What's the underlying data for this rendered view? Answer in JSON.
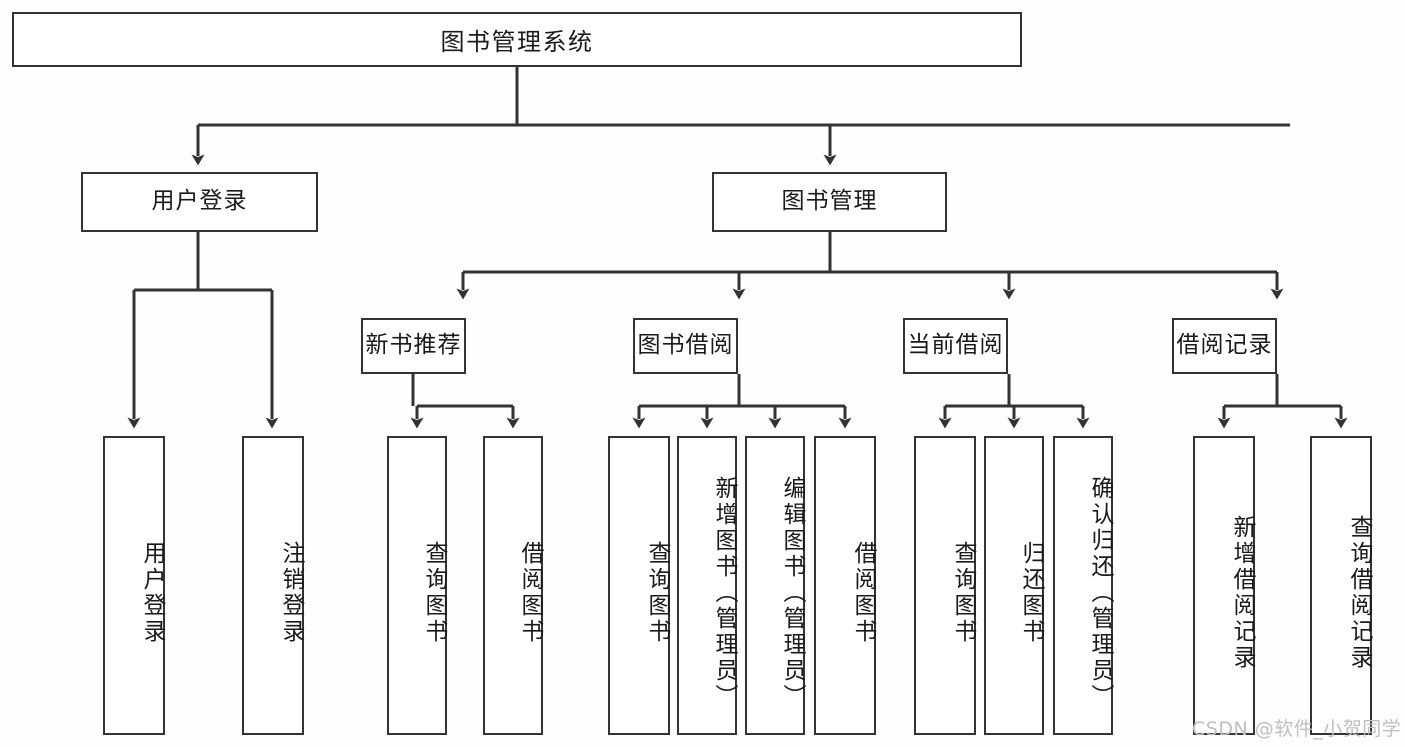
{
  "diagram": {
    "title": "图书管理系统",
    "root": {
      "label": "图书管理系统"
    },
    "level2": [
      {
        "label": "用户登录"
      },
      {
        "label": "图书管理"
      }
    ],
    "level3": [
      {
        "label": "新书推荐"
      },
      {
        "label": "图书借阅"
      },
      {
        "label": "当前借阅"
      },
      {
        "label": "借阅记录"
      }
    ],
    "leaves": [
      {
        "label": "用户登录"
      },
      {
        "label": "注销登录"
      },
      {
        "label": "查询图书"
      },
      {
        "label": "借阅图书"
      },
      {
        "label": "查询图书"
      },
      {
        "label": "新增图书（管理员）"
      },
      {
        "label": "编辑图书（管理员）"
      },
      {
        "label": "借阅图书"
      },
      {
        "label": "查询图书"
      },
      {
        "label": "归还图书"
      },
      {
        "label": "确认归还（管理员）"
      },
      {
        "label": "新增借阅记录"
      },
      {
        "label": "查询借阅记录"
      }
    ]
  },
  "watermark": {
    "text": "CSDN @软件_小贺同学"
  },
  "colors": {
    "line": "#333333",
    "box_fill": "#ffffff",
    "text": "#1a1a1a",
    "background": "#fefefe",
    "watermark": "#bfbfbf"
  }
}
